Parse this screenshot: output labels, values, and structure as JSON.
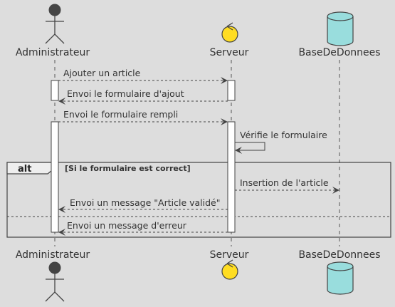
{
  "participants": [
    {
      "id": "admin",
      "label": "Administrateur",
      "kind": "actor"
    },
    {
      "id": "server",
      "label": "Serveur",
      "kind": "control"
    },
    {
      "id": "db",
      "label": "BaseDeDonnees",
      "kind": "database"
    }
  ],
  "messages": [
    {
      "label": "Ajouter un article",
      "from": "admin",
      "to": "server",
      "style": "dashed"
    },
    {
      "label": "Envoi le formulaire d'ajout",
      "from": "server",
      "to": "admin",
      "style": "dashed"
    },
    {
      "label": "Envoi le formulaire rempli",
      "from": "admin",
      "to": "server",
      "style": "dashed"
    },
    {
      "label": "Vérifie le formulaire",
      "from": "server",
      "to": "server",
      "style": "solid"
    },
    {
      "label": "Insertion de l'article",
      "from": "server",
      "to": "db",
      "style": "dashed"
    },
    {
      "label": "Envoi un message \"Article validé\"",
      "from": "server",
      "to": "admin",
      "style": "dashed"
    },
    {
      "label": "Envoi un message d'erreur",
      "from": "server",
      "to": "admin",
      "style": "dashed"
    }
  ],
  "fragment": {
    "operator": "alt",
    "guard": "[Si le formulaire est correct]"
  },
  "colors": {
    "background": "#dddddd",
    "line": "#555555",
    "text": "#333333",
    "actor": "#444444",
    "control": "#ffdd22",
    "database": "#99dddd",
    "activation": "#ffffff"
  }
}
